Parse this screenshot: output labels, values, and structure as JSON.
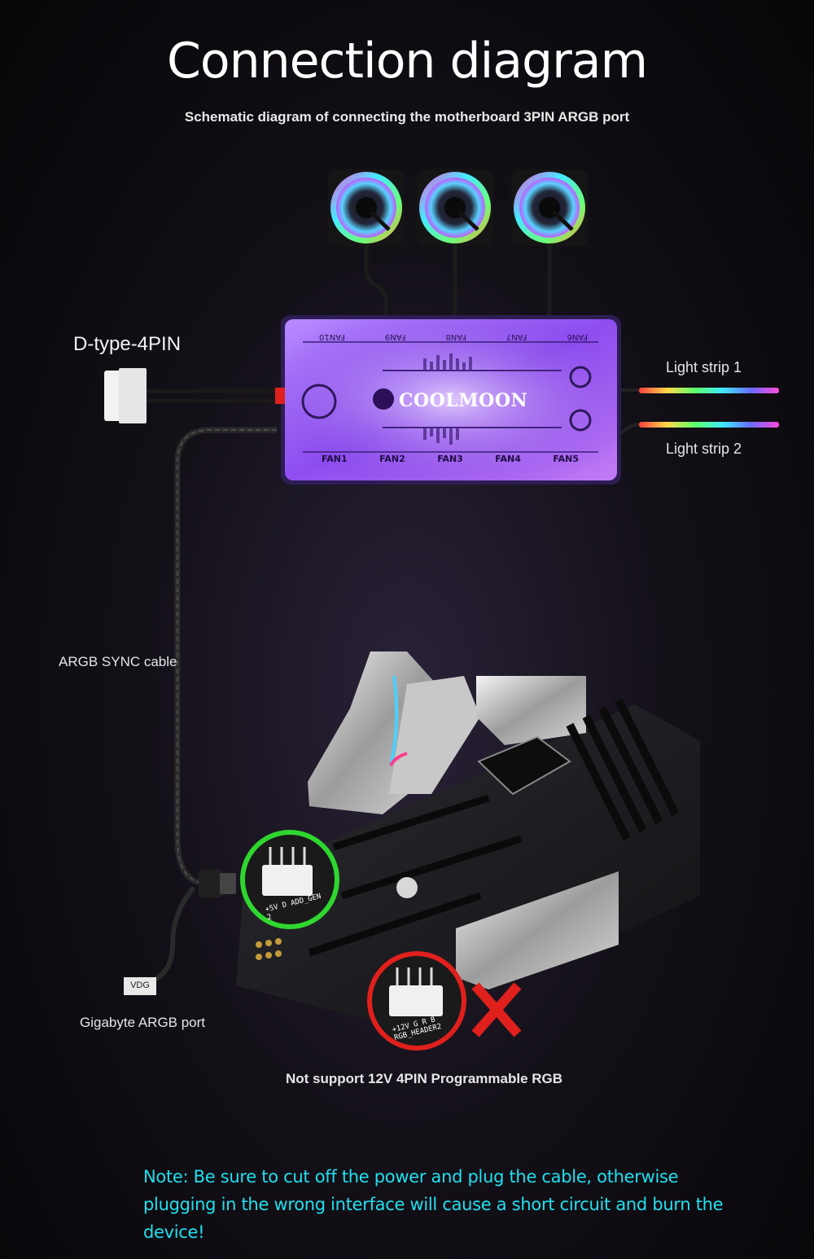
{
  "title": "Connection diagram",
  "subtitle": "Schematic diagram of connecting the motherboard 3PIN ARGB port",
  "labels": {
    "power_connector": "D-type-4PIN",
    "strip1": "Light strip 1",
    "strip2": "Light strip 2",
    "sync_cable": "ARGB SYNC cable",
    "vdg_tag": "VDG",
    "gigabyte_port": "Gigabyte ARGB port",
    "not_supported": "Not support 12V 4PIN  Programmable RGB"
  },
  "hub": {
    "brand": "COOLMOON",
    "top_fans": [
      "FAN10",
      "FAN9",
      "FAN8",
      "FAN7",
      "FAN6"
    ],
    "bottom_fans": [
      "FAN1",
      "FAN2",
      "FAN3",
      "FAN4",
      "FAN5"
    ]
  },
  "good_header": {
    "pins": "+5V D   ADD_GEN 2"
  },
  "bad_header": {
    "pins": "+12V G R B  RGB_HEADER2"
  },
  "note": "Note: Be sure to cut off the power and plug the cable, otherwise plugging in the wrong interface will cause a short circuit and burn the device!",
  "colors": {
    "note": "#22e0ef",
    "good": "#2fd62f",
    "bad": "#e0201c",
    "hub": "#9a5cf0"
  }
}
